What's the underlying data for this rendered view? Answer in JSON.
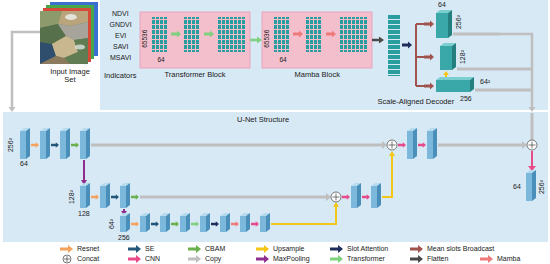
{
  "diagram": {
    "nodes": [
      {
        "text": [
          "Input Image Set"
        ]
      },
      {
        "text": [
          "NDVI",
          "GNDVI",
          "EVI",
          "SAVI",
          "MSAVI",
          "Indicators"
        ]
      },
      {
        "text": [
          "Transformer Block",
          "65536",
          "64"
        ]
      },
      {
        "text": [
          "Mamba Block",
          "65536",
          "64"
        ]
      },
      {
        "text": [
          "Scale-Aligned Decoder"
        ]
      },
      {
        "text": [
          "U-Net Structure"
        ]
      }
    ],
    "edges": [
      {
        "from": 2,
        "to": 3,
        "arrow": "to"
      },
      {
        "from": 3,
        "to": 4,
        "arrow": "to"
      },
      {
        "from": 0,
        "to": 5,
        "arrow": "to"
      },
      {
        "from": 4,
        "to": 5,
        "arrow": "to"
      }
    ],
    "labels": [
      "64",
      "256²",
      "128²",
      "256",
      "64²",
      "256²",
      "64",
      "128²",
      "128",
      "64²",
      "256",
      "64",
      "256²"
    ],
    "legend": [
      {
        "text": "Resnet",
        "color": "#f5a25d"
      },
      {
        "text": "SE",
        "color": "#22577a"
      },
      {
        "text": "CBAM",
        "color": "#6ab04c"
      },
      {
        "text": "Upsample",
        "color": "#f5c518"
      },
      {
        "text": "Slot Attention",
        "color": "#1f2d5c"
      },
      {
        "text": "Mean slots Broadcast",
        "color": "#a0524d"
      },
      {
        "text": "Concat"
      },
      {
        "text": "CNN",
        "color": "#e84a8a"
      },
      {
        "text": "Copy",
        "color": "#bfbfbf"
      },
      {
        "text": "MaxPooling",
        "color": "#8e2e8e"
      },
      {
        "text": "Transformer",
        "color": "#7fd07f"
      },
      {
        "text": "Flatten",
        "color": "#4a4a4a"
      },
      {
        "text": "Mamba",
        "color": "#ee7b7b"
      }
    ]
  }
}
